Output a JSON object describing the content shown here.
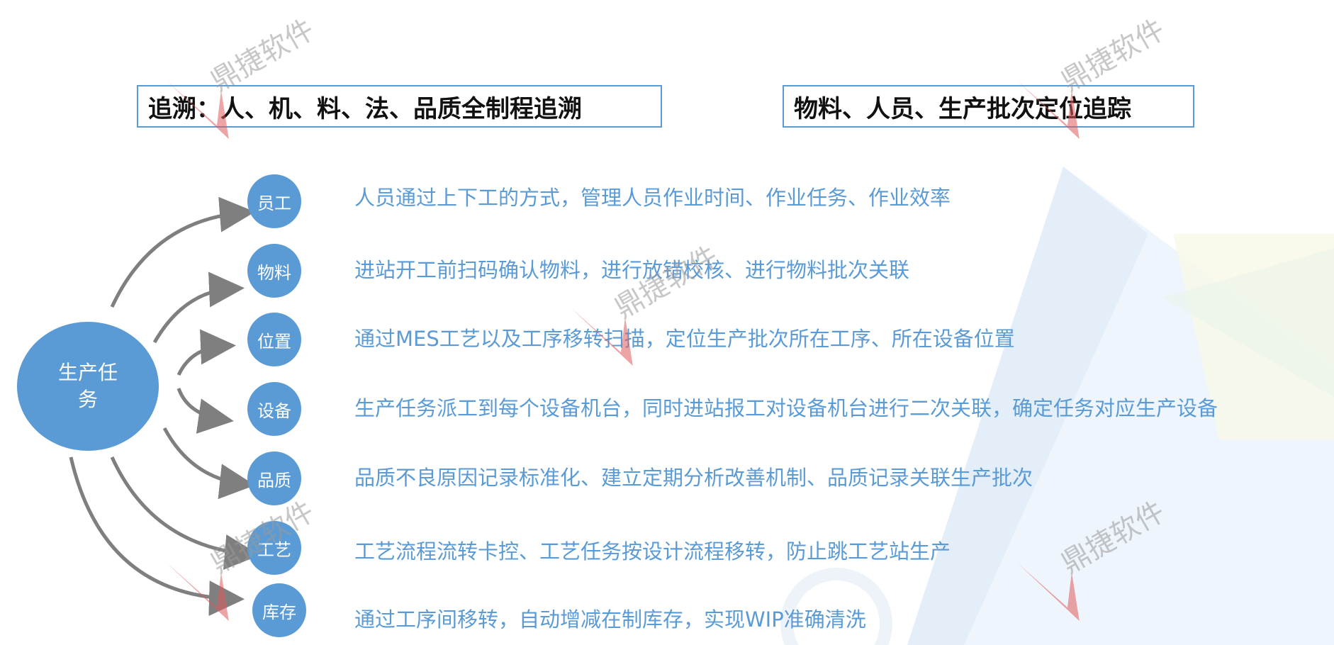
{
  "titles": {
    "left": "追溯：人、机、料、法、品质全制程追溯",
    "right": "物料、人员、生产批次定位追踪"
  },
  "center": {
    "label": "生产任务"
  },
  "items": [
    {
      "node": "员工",
      "desc": "人员通过上下工的方式，管理人员作业时间、作业任务、作业效率"
    },
    {
      "node": "物料",
      "desc": "进站开工前扫码确认物料，进行放错校核、进行物料批次关联"
    },
    {
      "node": "位置",
      "desc": "通过MES工艺以及工序移转扫描，定位生产批次所在工序、所在设备位置"
    },
    {
      "node": "设备",
      "desc": "生产任务派工到每个设备机台，同时进站报工对设备机台进行二次关联，确定任务对应生产设备"
    },
    {
      "node": "品质",
      "desc": "品质不良原因记录标准化、建立定期分析改善机制、品质记录关联生产批次"
    },
    {
      "node": "工艺",
      "desc": "工艺流程流转卡控、工艺任务按设计流程移转，防止跳工艺站生产"
    },
    {
      "node": "库存",
      "desc": "通过工序间移转，自动增减在制库存，实现WIP准确清洗"
    }
  ],
  "watermark": {
    "text": "鼎捷软件"
  },
  "colors": {
    "accent": "#5b9bd5",
    "arrow": "#7f7f7f",
    "title_text": "#111111"
  }
}
